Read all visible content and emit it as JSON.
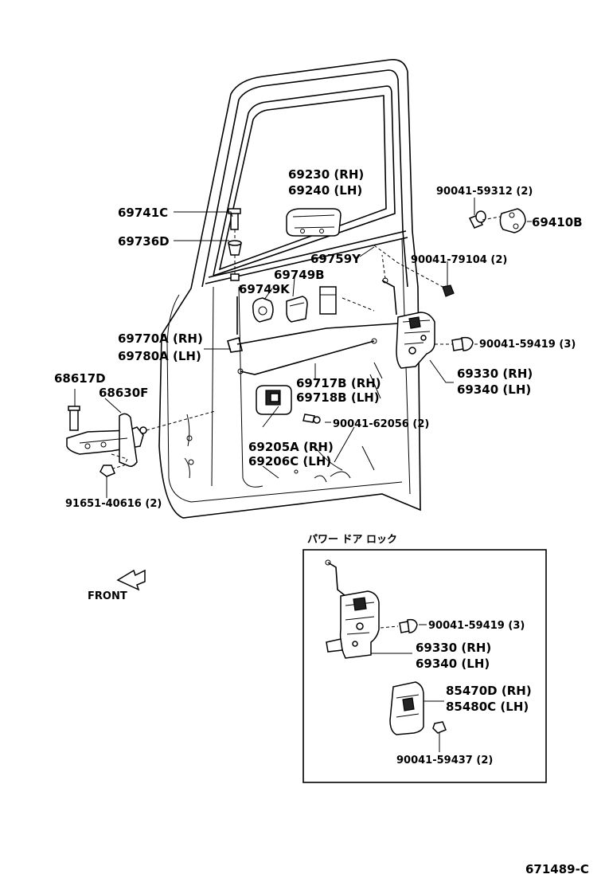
{
  "labels": {
    "p69230": "69230 (RH)",
    "p69240": "69240 (LH)",
    "p90041_59312": "90041-59312 (2)",
    "p69410B": "69410B",
    "p69741C": "69741C",
    "p69736D": "69736D",
    "p69759Y": "69759Y",
    "p90041_79104": "90041-79104 (2)",
    "p69749B": "69749B",
    "p69749K": "69749K",
    "p69770A": "69770A (RH)",
    "p69780A": "69780A (LH)",
    "p90041_59419": "90041-59419 (3)",
    "p68617D": "68617D",
    "p68630F": "68630F",
    "p69717B": "69717B (RH)",
    "p69718B": "69718B (LH)",
    "p69330": "69330 (RH)",
    "p69340": "69340 (LH)",
    "p90041_62056": "90041-62056 (2)",
    "p69205A": "69205A (RH)",
    "p69206C": "69206C (LH)",
    "p91651_40616": "91651-40616 (2)",
    "front": "FRONT",
    "inset_title": "パワー ドア ロック",
    "inset_90041_59419": "90041-59419 (3)",
    "inset_69330": "69330 (RH)",
    "inset_69340": "69340 (LH)",
    "inset_85470D": "85470D (RH)",
    "inset_85480C": "85480C (LH)",
    "inset_90041_59437": "90041-59437 (2)",
    "figure_id": "671489-C"
  }
}
